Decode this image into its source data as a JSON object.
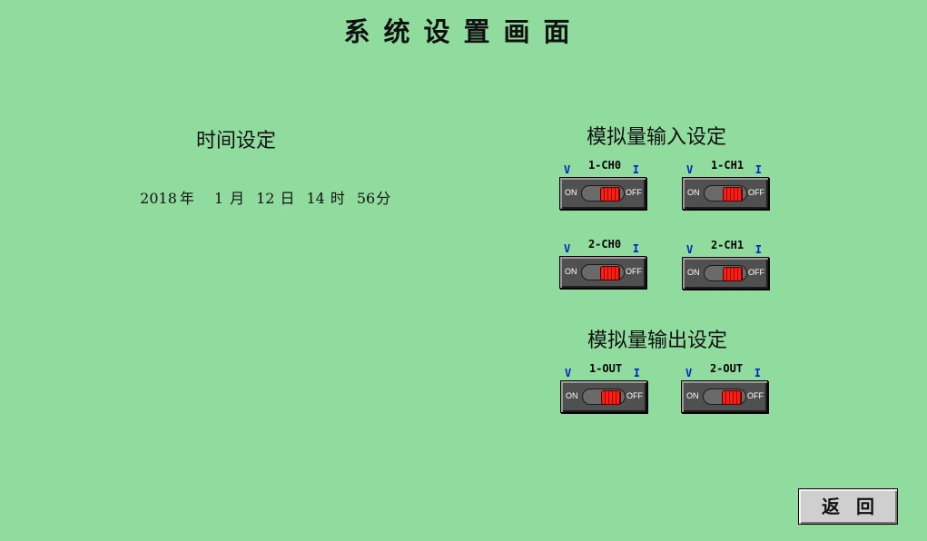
{
  "page_title": "系统设置画面",
  "time_section": {
    "title": "时间设定",
    "year": "2018",
    "year_unit": "年",
    "month": "1",
    "month_unit": "月",
    "day": "12",
    "day_unit": "日",
    "hour": "14",
    "hour_unit": "时",
    "minute": "56",
    "minute_unit": "分"
  },
  "analog_input": {
    "title": "模拟量输入设定",
    "switches": [
      {
        "label": "1-CH0",
        "left": "V",
        "right": "I",
        "on": "ON",
        "off": "OFF"
      },
      {
        "label": "1-CH1",
        "left": "V",
        "right": "I",
        "on": "ON",
        "off": "OFF"
      },
      {
        "label": "2-CH0",
        "left": "V",
        "right": "I",
        "on": "ON",
        "off": "OFF"
      },
      {
        "label": "2-CH1",
        "left": "V",
        "right": "I",
        "on": "ON",
        "off": "OFF"
      }
    ]
  },
  "analog_output": {
    "title": "模拟量输出设定",
    "switches": [
      {
        "label": "1-OUT",
        "left": "V",
        "right": "I",
        "on": "ON",
        "off": "OFF"
      },
      {
        "label": "2-OUT",
        "left": "V",
        "right": "I",
        "on": "ON",
        "off": "OFF"
      }
    ]
  },
  "back_button": "返回",
  "colors": {
    "background": "#90dc9e",
    "switch_knob": "#ff1d10",
    "vi_label": "#0022cc"
  }
}
